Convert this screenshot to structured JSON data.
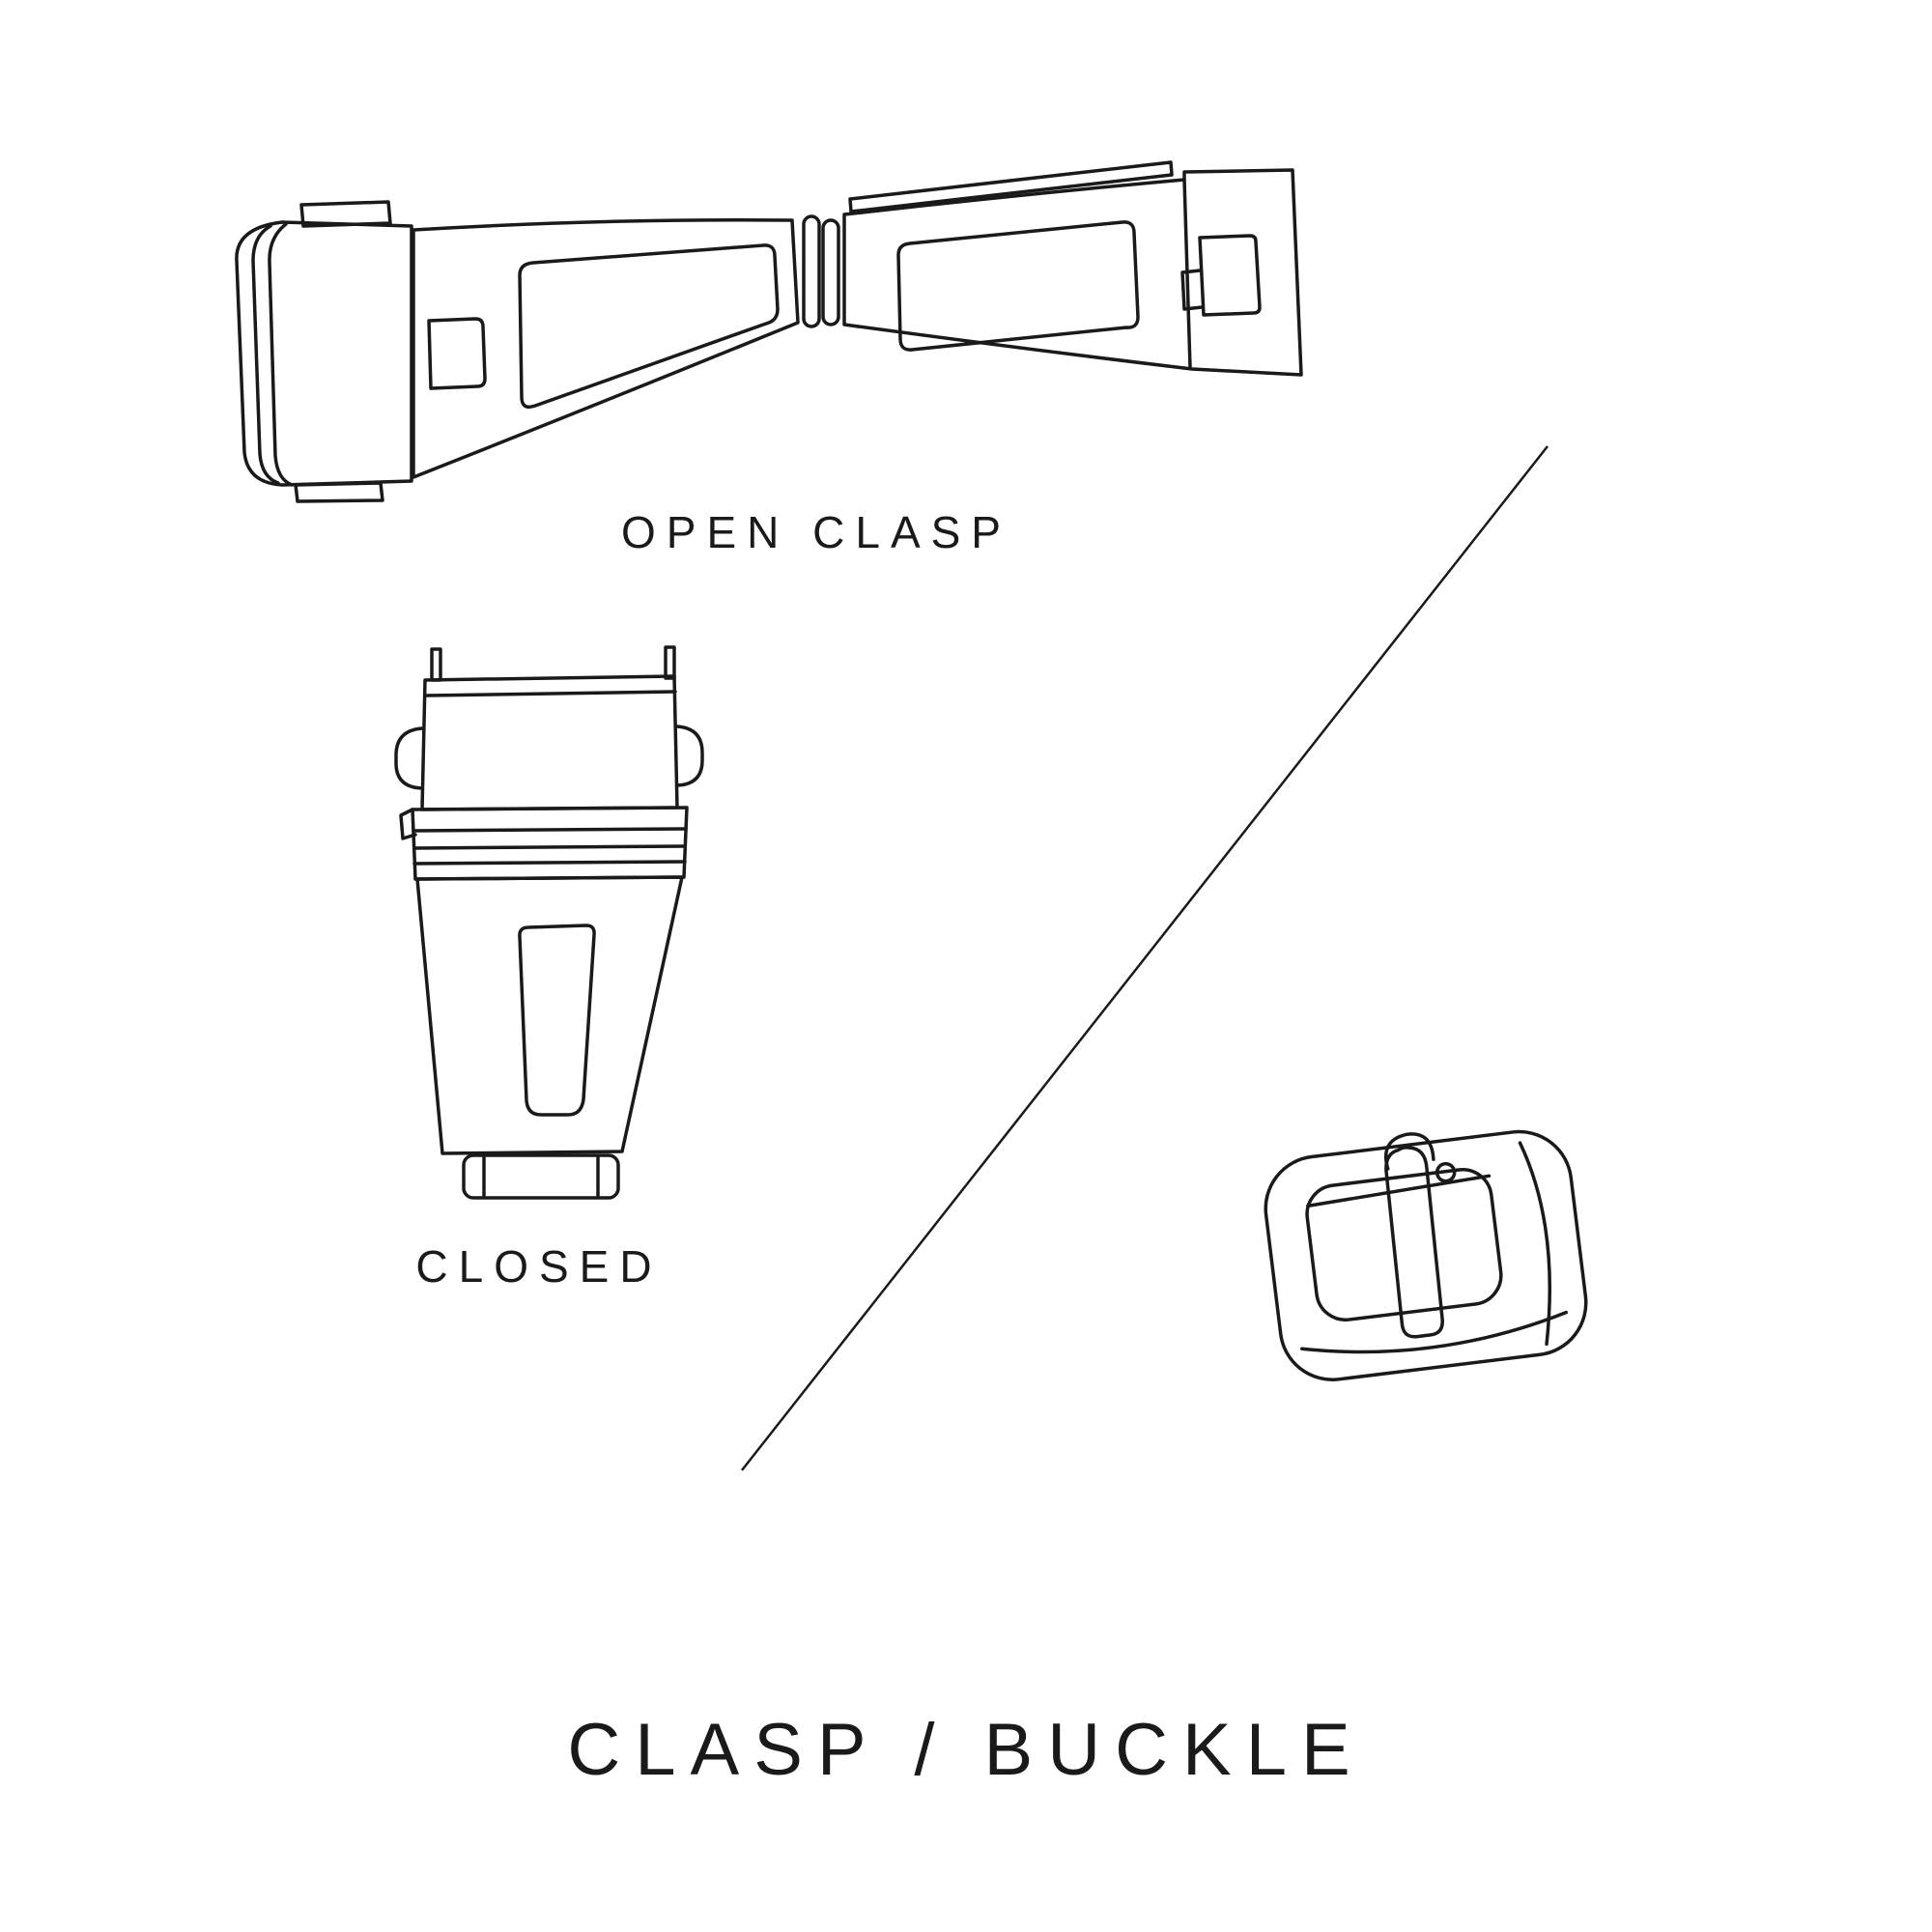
{
  "page": {
    "background": "#ffffff",
    "line_color": "#1a1a1a",
    "text_color": "#1a1a1a",
    "title": "CLASP / BUCKLE"
  },
  "illustrations": {
    "open_clasp": {
      "icon": "open-clasp-line-drawing",
      "label": "OPEN CLASP"
    },
    "closed_clasp": {
      "icon": "closed-clasp-line-drawing",
      "label": "CLOSED"
    },
    "buckle": {
      "icon": "tang-buckle-line-drawing",
      "label": ""
    }
  },
  "divider": {
    "icon": "diagonal-divider-line"
  }
}
